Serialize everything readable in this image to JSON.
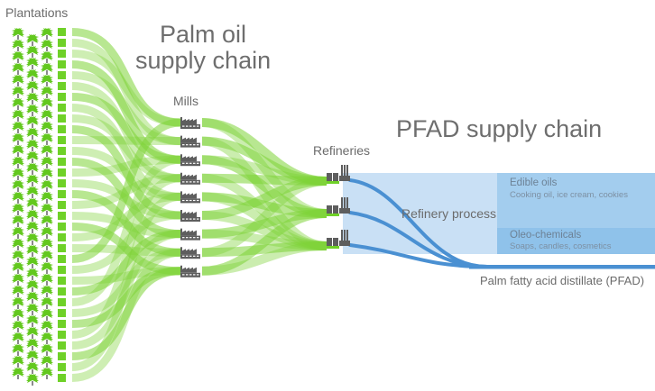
{
  "titles": {
    "palm_oil_line1": "Palm oil",
    "palm_oil_line2": "supply chain",
    "pfad": "PFAD supply chain"
  },
  "stages": {
    "plantations": "Plantations",
    "mills": "Mills",
    "refineries": "Refineries",
    "refinery_process": "Refinery process"
  },
  "outputs": {
    "edible_oils": {
      "title": "Edible oils",
      "examples": "Cooking oil, ice cream, cookies"
    },
    "oleo_chemicals": {
      "title": "Oleo-chemicals",
      "examples": "Soaps, candles, cosmetics"
    },
    "pfad": "Palm fatty acid distillate (PFAD)"
  },
  "counts": {
    "plantation_squares": 33,
    "palm_tree_rows": 30,
    "mills": 9,
    "refineries": 3
  },
  "colors": {
    "green": "#6fd128",
    "green_flow": "#7dd336",
    "palm_green": "#63c81e",
    "trunk": "#8a8a8a",
    "factory": "#5e5e5e",
    "blue_line": "#4a90d2",
    "process_bg": "#c9e0f5",
    "edible_bg": "#a3cdee",
    "oleo_bg": "#8fc2ea",
    "text": "#6b6b6b"
  },
  "flows": {
    "plantation_to_mill": [
      [
        0,
        0
      ],
      [
        1,
        1
      ],
      [
        2,
        0
      ],
      [
        3,
        2
      ],
      [
        4,
        1
      ],
      [
        5,
        3
      ],
      [
        6,
        2
      ],
      [
        7,
        4
      ],
      [
        8,
        3
      ],
      [
        9,
        5
      ],
      [
        10,
        1
      ],
      [
        11,
        4
      ],
      [
        12,
        6
      ],
      [
        13,
        2
      ],
      [
        14,
        5
      ],
      [
        15,
        7
      ],
      [
        16,
        3
      ],
      [
        17,
        6
      ],
      [
        18,
        8
      ],
      [
        19,
        4
      ],
      [
        20,
        7
      ],
      [
        21,
        0
      ],
      [
        22,
        5
      ],
      [
        23,
        8
      ],
      [
        24,
        6
      ],
      [
        25,
        2
      ],
      [
        26,
        7
      ],
      [
        27,
        8
      ],
      [
        28,
        3
      ],
      [
        29,
        6
      ],
      [
        30,
        8
      ],
      [
        31,
        4
      ],
      [
        32,
        7
      ]
    ],
    "mill_to_refinery": [
      [
        0,
        0
      ],
      [
        0,
        1
      ],
      [
        1,
        0
      ],
      [
        1,
        2
      ],
      [
        2,
        1
      ],
      [
        2,
        0
      ],
      [
        3,
        0
      ],
      [
        3,
        2
      ],
      [
        4,
        1
      ],
      [
        4,
        2
      ],
      [
        5,
        0
      ],
      [
        5,
        2
      ],
      [
        6,
        1
      ],
      [
        6,
        2
      ],
      [
        7,
        2
      ],
      [
        7,
        0
      ],
      [
        8,
        1
      ],
      [
        8,
        2
      ]
    ]
  }
}
